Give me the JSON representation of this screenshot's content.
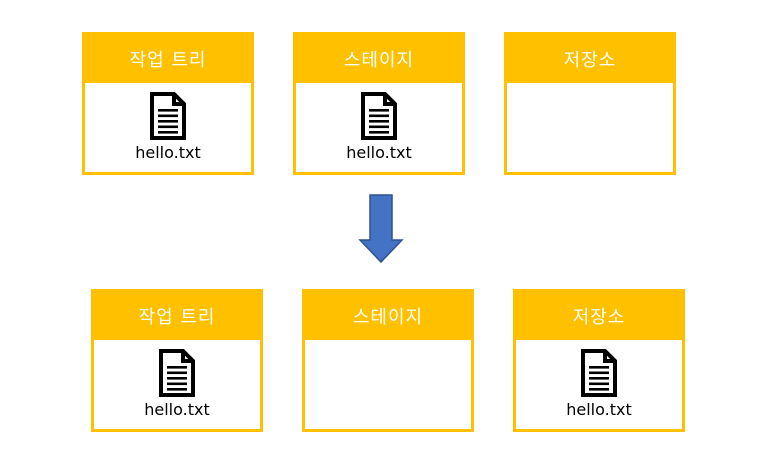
{
  "colors": {
    "box_accent": "#FFC000",
    "header_text": "#FFFFFF",
    "arrow_fill": "#4472C4",
    "arrow_stroke": "#2F528F"
  },
  "before": {
    "working_tree": {
      "title": "작업 트리",
      "file": "hello.txt"
    },
    "stage": {
      "title": "스테이지",
      "file": "hello.txt"
    },
    "repository": {
      "title": "저장소"
    }
  },
  "after": {
    "working_tree": {
      "title": "작업 트리",
      "file": "hello.txt"
    },
    "stage": {
      "title": "스테이지"
    },
    "repository": {
      "title": "저장소",
      "file": "hello.txt"
    }
  },
  "icons": {
    "file": "document-icon",
    "arrow": "down-arrow-icon"
  }
}
